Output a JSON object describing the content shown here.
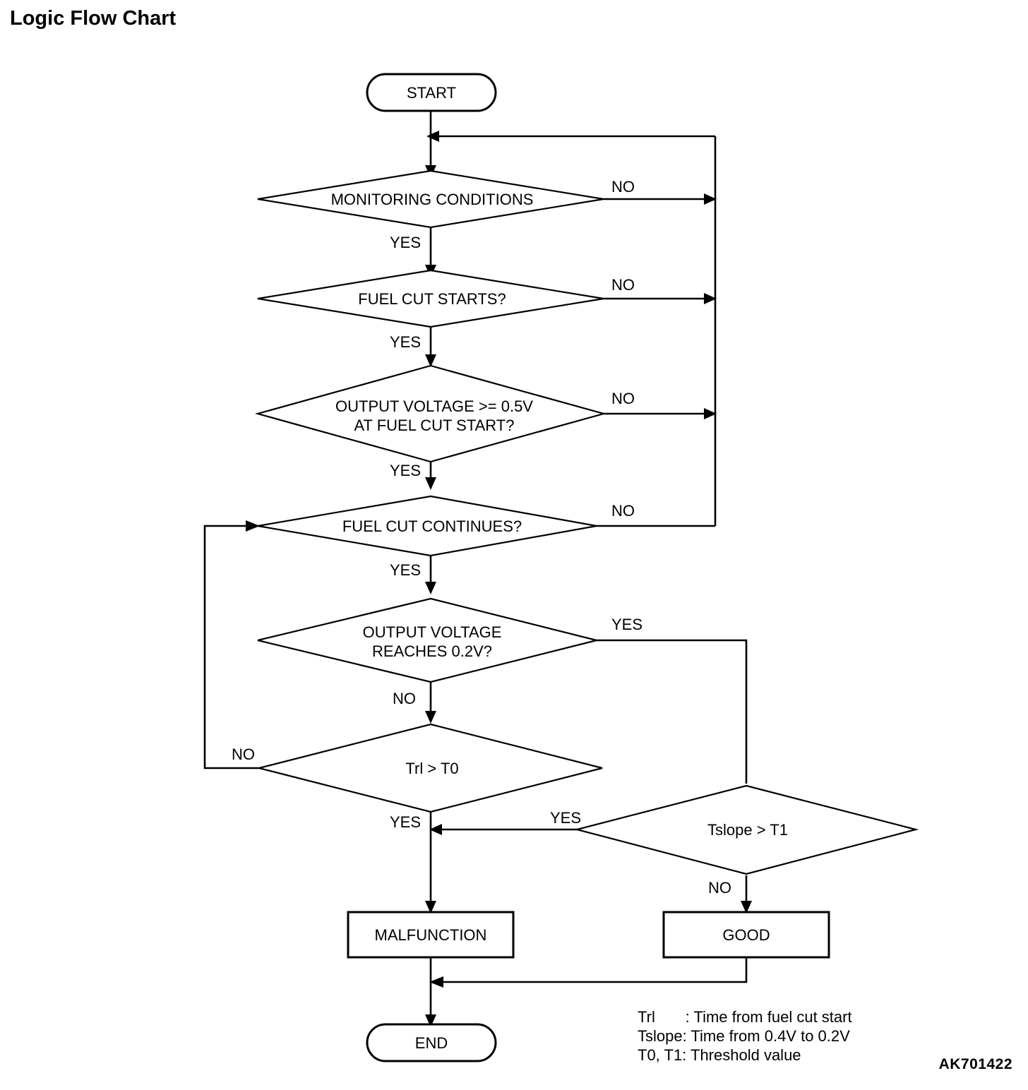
{
  "page": {
    "title": "Logic Flow Chart",
    "reference_code": "AK701422"
  },
  "nodes": {
    "start": {
      "label": "START",
      "shape": "terminator"
    },
    "end": {
      "label": "END",
      "shape": "terminator"
    },
    "monitoring_conditions": {
      "label": "MONITORING CONDITIONS",
      "shape": "decision"
    },
    "fuel_cut_starts": {
      "label": "FUEL CUT STARTS?",
      "shape": "decision"
    },
    "output_voltage_start_line1": {
      "label": "OUTPUT VOLTAGE >= 0.5V"
    },
    "output_voltage_start_line2": {
      "label": "AT FUEL CUT START?"
    },
    "fuel_cut_continues": {
      "label": "FUEL CUT CONTINUES?",
      "shape": "decision"
    },
    "output_voltage_reaches_line1": {
      "label": "OUTPUT VOLTAGE"
    },
    "output_voltage_reaches_line2": {
      "label": "REACHES 0.2V?"
    },
    "trl_gt_t0": {
      "label": "Trl > T0",
      "shape": "decision"
    },
    "tslope_gt_t1": {
      "label": "Tslope > T1",
      "shape": "decision"
    },
    "malfunction": {
      "label": "MALFUNCTION",
      "shape": "process"
    },
    "good": {
      "label": "GOOD",
      "shape": "process"
    }
  },
  "edge_labels": {
    "monitoring_no": "NO",
    "monitoring_yes": "YES",
    "fuel_cut_starts_no": "NO",
    "fuel_cut_starts_yes": "YES",
    "output_voltage_start_no": "NO",
    "output_voltage_start_yes": "YES",
    "fuel_cut_continues_no": "NO",
    "fuel_cut_continues_yes": "YES",
    "output_voltage_reaches_yes": "YES",
    "output_voltage_reaches_no": "NO",
    "trl_no": "NO",
    "trl_yes": "YES",
    "tslope_yes": "YES",
    "tslope_no": "NO"
  },
  "legend": {
    "line1": "Trl       : Time from fuel cut start",
    "line2": "Tslope: Time from 0.4V to 0.2V",
    "line3": "T0, T1: Threshold value"
  },
  "colors": {
    "ink": "#000000",
    "paper": "#ffffff"
  }
}
